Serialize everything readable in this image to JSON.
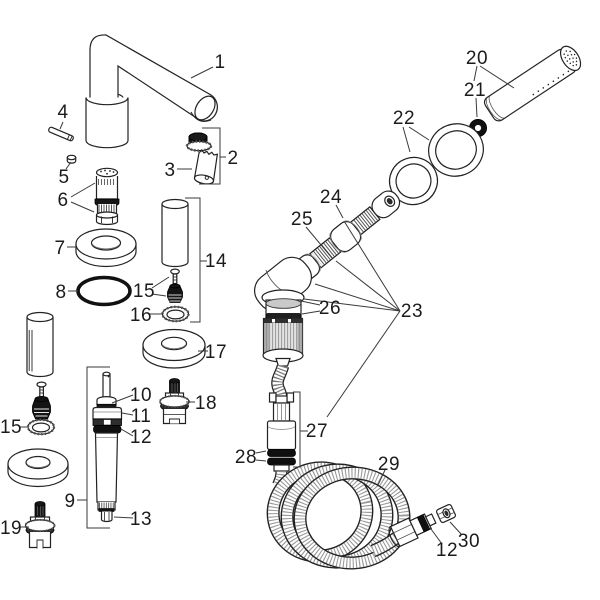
{
  "diagram": {
    "kind": "exploded-parts-diagram",
    "colors": {
      "background": "#ffffff",
      "line": "#222222",
      "black_part": "#111111",
      "label": "#1b1b1b",
      "leader": "#3a3a3a"
    },
    "labels": {
      "p1": "1",
      "p2": "2",
      "p3": "3",
      "p4": "4",
      "p5": "5",
      "p6": "6",
      "p7": "7",
      "p8": "8",
      "p9": "9",
      "p10": "10",
      "p11": "11",
      "p12": "12",
      "p12b": "12",
      "p13": "13",
      "p14": "14",
      "p15": "15",
      "p15b": "15",
      "p16": "16",
      "p17": "17",
      "p18": "18",
      "p19": "19",
      "p20": "20",
      "p21": "21",
      "p22": "22",
      "p23": "23",
      "p24": "24",
      "p25": "25",
      "p26": "26",
      "p27": "27",
      "p28": "28",
      "p29": "29",
      "p30": "30"
    }
  }
}
